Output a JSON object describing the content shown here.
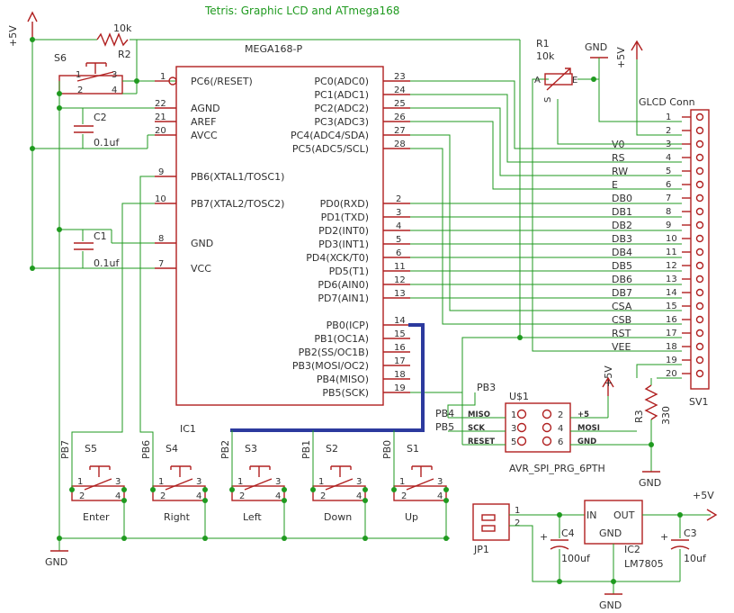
{
  "title": "Tetris: Graphic LCD and ATmega168",
  "mcu": {
    "name": "MEGA168-P",
    "left_pins": [
      {
        "num": "1",
        "name": "PC6(/RESET)"
      },
      {
        "num": "22",
        "name": "AGND"
      },
      {
        "num": "21",
        "name": "AREF"
      },
      {
        "num": "20",
        "name": "AVCC"
      },
      {
        "num": "9",
        "name": "PB6(XTAL1/TOSC1)"
      },
      {
        "num": "10",
        "name": "PB7(XTAL2/TOSC2)"
      },
      {
        "num": "8",
        "name": "GND"
      },
      {
        "num": "7",
        "name": "VCC"
      }
    ],
    "right_pins": [
      {
        "num": "23",
        "name": "PC0(ADC0)"
      },
      {
        "num": "24",
        "name": "PC1(ADC1)"
      },
      {
        "num": "25",
        "name": "PC2(ADC2)"
      },
      {
        "num": "26",
        "name": "PC3(ADC3)"
      },
      {
        "num": "27",
        "name": "PC4(ADC4/SDA)"
      },
      {
        "num": "28",
        "name": "PC5(ADC5/SCL)"
      },
      {
        "num": "2",
        "name": "PD0(RXD)"
      },
      {
        "num": "3",
        "name": "PD1(TXD)"
      },
      {
        "num": "4",
        "name": "PD2(INT0)"
      },
      {
        "num": "5",
        "name": "PD3(INT1)"
      },
      {
        "num": "6",
        "name": "PD4(XCK/T0)"
      },
      {
        "num": "11",
        "name": "PD5(T1)"
      },
      {
        "num": "12",
        "name": "PD6(AIN0)"
      },
      {
        "num": "13",
        "name": "PD7(AIN1)"
      },
      {
        "num": "14",
        "name": "PB0(ICP)"
      },
      {
        "num": "15",
        "name": "PB1(OC1A)"
      },
      {
        "num": "16",
        "name": "PB2(SS/OC1B)"
      },
      {
        "num": "17",
        "name": "PB3(MOSI/OC2)"
      },
      {
        "num": "18",
        "name": "PB4(MISO)"
      },
      {
        "num": "19",
        "name": "PB5(SCK)"
      }
    ]
  },
  "glcd": {
    "title": "GLCD Conn",
    "ref": "SV1",
    "pin_numbers": [
      "1",
      "2",
      "3",
      "4",
      "5",
      "6",
      "7",
      "8",
      "9",
      "10",
      "11",
      "12",
      "13",
      "14",
      "15",
      "16",
      "17",
      "18",
      "19",
      "20"
    ],
    "signals": [
      "",
      "",
      "V0",
      "RS",
      "RW",
      "E",
      "DB0",
      "DB1",
      "DB2",
      "DB3",
      "DB4",
      "DB5",
      "DB6",
      "DB7",
      "CSA",
      "CSB",
      "RST",
      "VEE",
      "",
      ""
    ]
  },
  "r1": {
    "ref": "R1",
    "value": "10k",
    "pin_a": "A",
    "pin_e": "E",
    "pin_s": "S"
  },
  "r2": {
    "ref": "R2",
    "value": "10k"
  },
  "r3": {
    "ref": "R3",
    "value": "330"
  },
  "c1": {
    "ref": "C1",
    "value": "0.1uf"
  },
  "c2": {
    "ref": "C2",
    "value": "0.1uf"
  },
  "c3": {
    "ref": "C3",
    "value": "10uf"
  },
  "c4": {
    "ref": "C4",
    "value": "100uf"
  },
  "s6": {
    "ref": "S6"
  },
  "ic1": {
    "ref": "IC1"
  },
  "ic2": {
    "ref": "IC2",
    "value": "LM7805",
    "in": "IN",
    "out": "OUT",
    "gnd": "GND"
  },
  "jp1": {
    "ref": "JP1"
  },
  "isp": {
    "ref": "U$1",
    "value": "AVR_SPI_PRG_6PTH",
    "miso": "MISO",
    "sck": "SCK",
    "reset": "RESET",
    "vcc": "+5",
    "mosi": "MOSI",
    "gnd": "GND"
  },
  "buttons": [
    {
      "ref": "S5",
      "net": "PB7",
      "label": "Enter"
    },
    {
      "ref": "S4",
      "net": "PB6",
      "label": "Right"
    },
    {
      "ref": "S3",
      "net": "PB2",
      "label": "Left"
    },
    {
      "ref": "S2",
      "net": "PB1",
      "label": "Down"
    },
    {
      "ref": "S1",
      "net": "PB0",
      "label": "Up"
    }
  ],
  "nets": {
    "pb3": "PB3",
    "pb4": "PB4",
    "pb5": "PB5"
  },
  "power": {
    "vcc": "+5V",
    "gnd": "GND"
  },
  "switch_pins": [
    "1",
    "2",
    "3",
    "4"
  ],
  "jp_pins": [
    "1",
    "2"
  ],
  "isp_pins": [
    "1",
    "2",
    "3",
    "4",
    "5",
    "6"
  ],
  "colors": {
    "wire": "#1f9a1f",
    "symbol": "#b02020",
    "bus": "#2c3a9e",
    "text": "#303030"
  }
}
